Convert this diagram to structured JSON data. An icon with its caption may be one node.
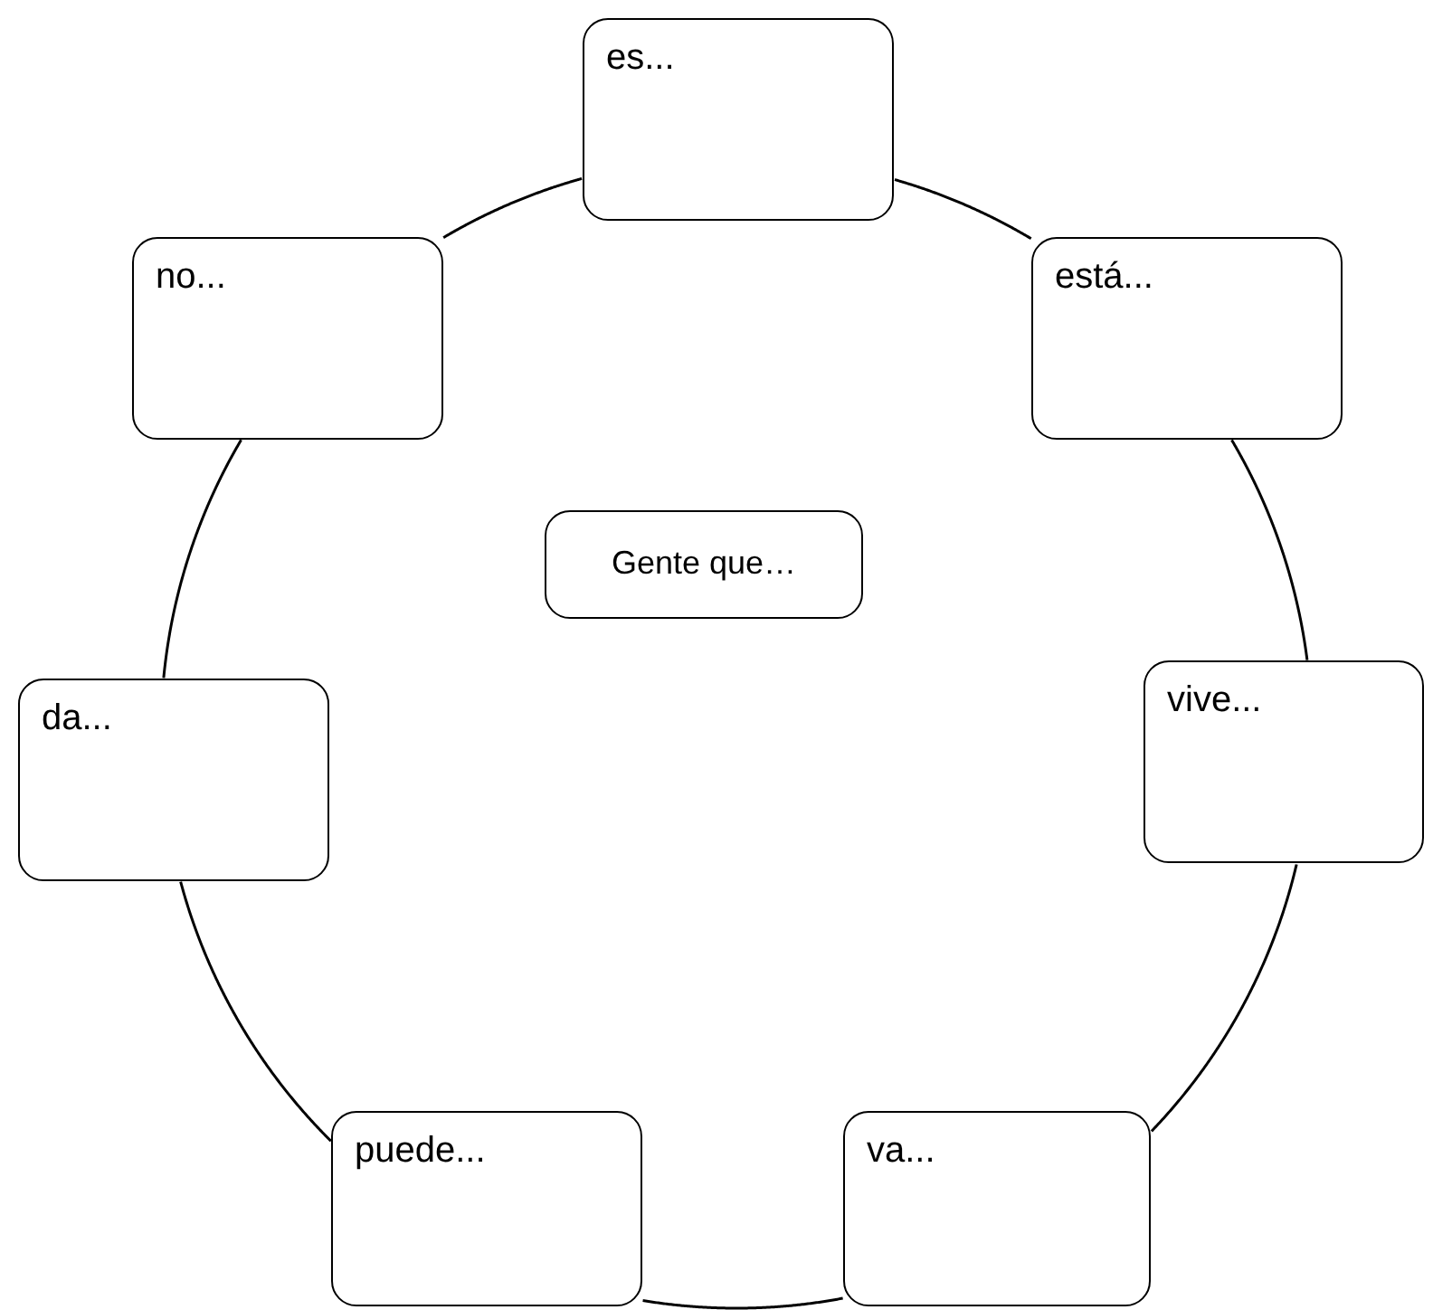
{
  "diagram": {
    "nodes": [
      {
        "text": [
          "es..."
        ]
      },
      {
        "text": [
          "está..."
        ]
      },
      {
        "text": [
          "vive..."
        ]
      },
      {
        "text": [
          "va..."
        ]
      },
      {
        "text": [
          "puede..."
        ]
      },
      {
        "text": [
          "da..."
        ]
      },
      {
        "text": [
          "no..."
        ]
      },
      {
        "text": [
          "Gente que…"
        ]
      }
    ],
    "edges": [
      {
        "from": 0,
        "to": 1,
        "arrow": "none"
      },
      {
        "from": 1,
        "to": 2,
        "arrow": "none"
      },
      {
        "from": 2,
        "to": 3,
        "arrow": "none"
      },
      {
        "from": 3,
        "to": 4,
        "arrow": "none"
      },
      {
        "from": 4,
        "to": 5,
        "arrow": "none"
      },
      {
        "from": 5,
        "to": 6,
        "arrow": "none"
      },
      {
        "from": 6,
        "to": 0,
        "arrow": "none"
      }
    ]
  }
}
